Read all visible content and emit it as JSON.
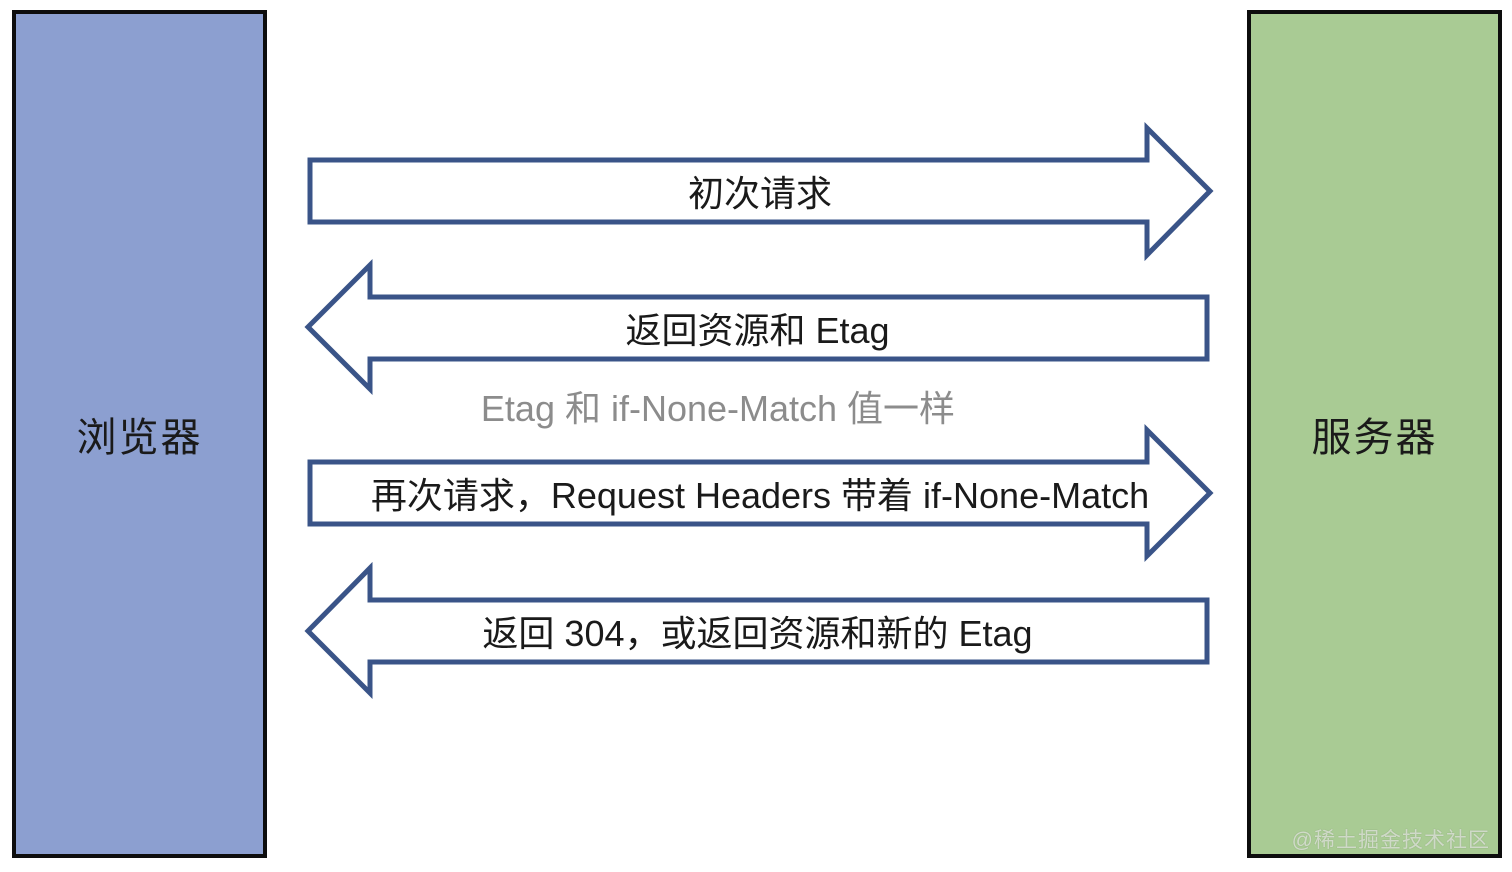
{
  "nodes": {
    "browser": {
      "label": "浏览器"
    },
    "server": {
      "label": "服务器"
    }
  },
  "arrows": [
    {
      "id": "initial-request",
      "from": "browser",
      "to": "server",
      "direction": "right",
      "label": "初次请求"
    },
    {
      "id": "return-resource-and-etag",
      "from": "server",
      "to": "browser",
      "direction": "left",
      "label": "返回资源和 Etag"
    },
    {
      "id": "second-request",
      "from": "browser",
      "to": "server",
      "direction": "right",
      "label": "再次请求，Request Headers 带着 if-None-Match"
    },
    {
      "id": "return-304-or-new-etag",
      "from": "server",
      "to": "browser",
      "direction": "left",
      "label": "返回 304，或返回资源和新的 Etag"
    }
  ],
  "note": {
    "text": "Etag 和 if-None-Match 值一样"
  },
  "watermark": {
    "text": "@稀土掘金技术社区"
  },
  "colors": {
    "background": "#FFFFFF",
    "browser_fill": "#8C9FD0",
    "server_fill": "#A9CB94",
    "node_border": "#0D0D0D",
    "arrow_stroke": "#3A5488",
    "arrow_fill": "#FFFFFF",
    "label_text": "#1A1A1A",
    "note_text": "#8C8C8C"
  }
}
